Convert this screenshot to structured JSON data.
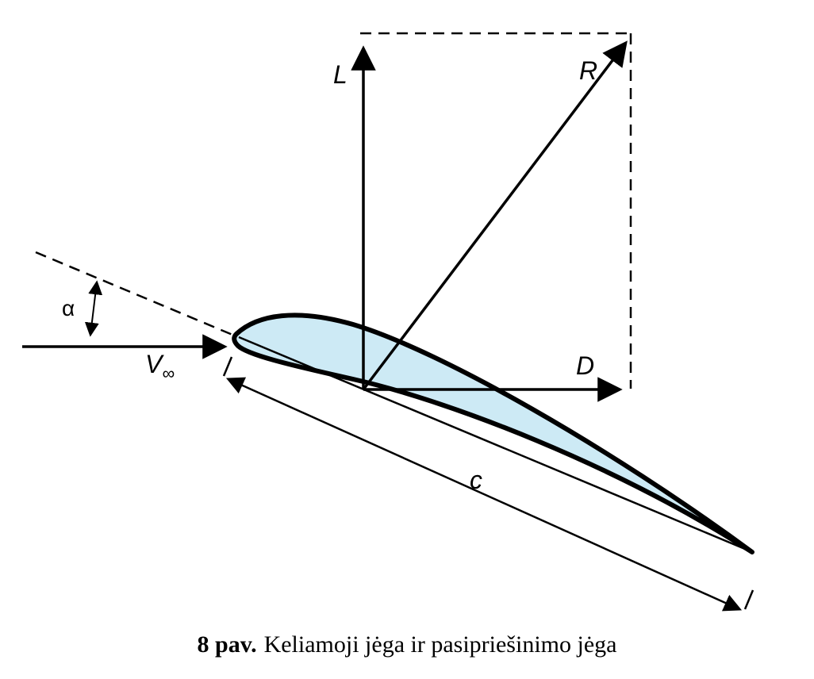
{
  "diagram": {
    "labels": {
      "lift": "L",
      "resultant": "R",
      "drag": "D",
      "alpha": "α",
      "velocity": "V",
      "velocity_sub": "∞",
      "chord": "c"
    },
    "colors": {
      "airfoil_fill": "#cdeaf5",
      "line": "#000000",
      "background": "#ffffff"
    }
  },
  "caption": {
    "figure_label": "8 pav.",
    "text": "Keliamoji jėga ir pasipriešinimo jėga"
  }
}
